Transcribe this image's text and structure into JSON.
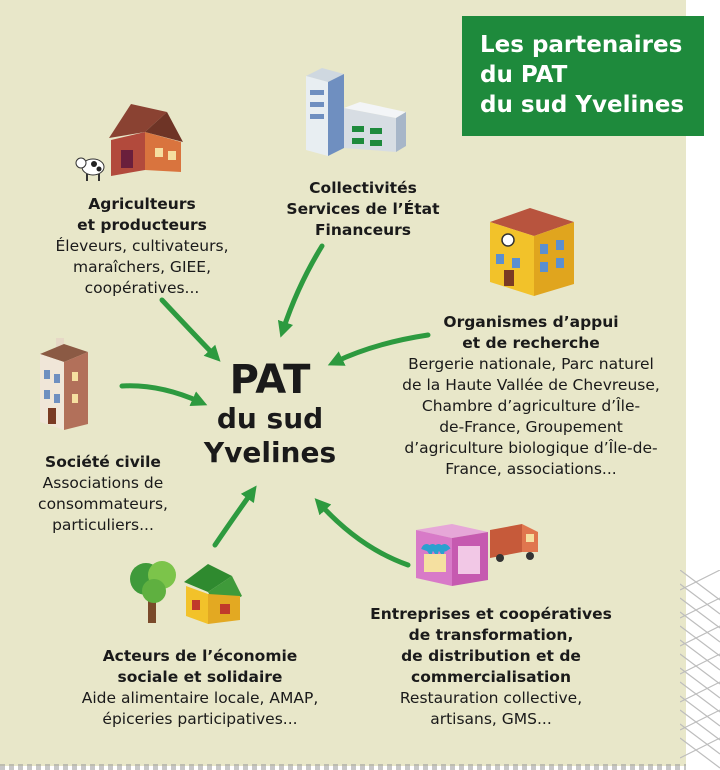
{
  "title": {
    "lines": [
      "Les partenaires",
      "du PAT",
      "du sud Yvelines"
    ]
  },
  "center": {
    "line1": "PAT",
    "line2": "du sud",
    "line3": "Yvelines"
  },
  "partners": {
    "agriculteurs": {
      "title": [
        "Agriculteurs",
        "et producteurs"
      ],
      "desc": [
        "Éleveurs, cultivateurs,",
        "maraîchers, GIEE,",
        "coopératives..."
      ]
    },
    "collectivites": {
      "title": [
        "Collectivités",
        "Services de l’État",
        "Financeurs"
      ]
    },
    "organismes": {
      "title": [
        "Organismes d’appui",
        "et de recherche"
      ],
      "desc": [
        "Bergerie nationale, Parc naturel",
        "de la Haute Vallée de Chevreuse,",
        "Chambre d’agriculture d’Île-",
        "de-France, Groupement",
        "d’agriculture biologique d’Île-de-",
        "France, associations..."
      ]
    },
    "societe": {
      "title": [
        "Société civile"
      ],
      "desc": [
        "Associations de",
        "consommateurs,",
        "particuliers..."
      ]
    },
    "economie": {
      "title": [
        "Acteurs de l’économie",
        "sociale et solidaire"
      ],
      "desc": [
        "Aide alimentaire locale, AMAP,",
        "épiceries participatives..."
      ]
    },
    "entreprises": {
      "title": [
        "Entreprises et coopératives",
        "de transformation,",
        "de distribution et de",
        "commercialisation"
      ],
      "desc": [
        "Restauration collective,",
        "artisans, GMS..."
      ]
    }
  },
  "colors": {
    "background": "#e8e7c9",
    "title_box": "#1e8a3c",
    "arrow": "#2d9a3f",
    "text": "#1a1a1a"
  },
  "icons": [
    "farm-house-icon",
    "cow-icon",
    "office-building-icon",
    "research-building-icon",
    "town-house-icon",
    "tree-icon",
    "green-house-icon",
    "market-stall-icon",
    "delivery-truck-icon"
  ]
}
